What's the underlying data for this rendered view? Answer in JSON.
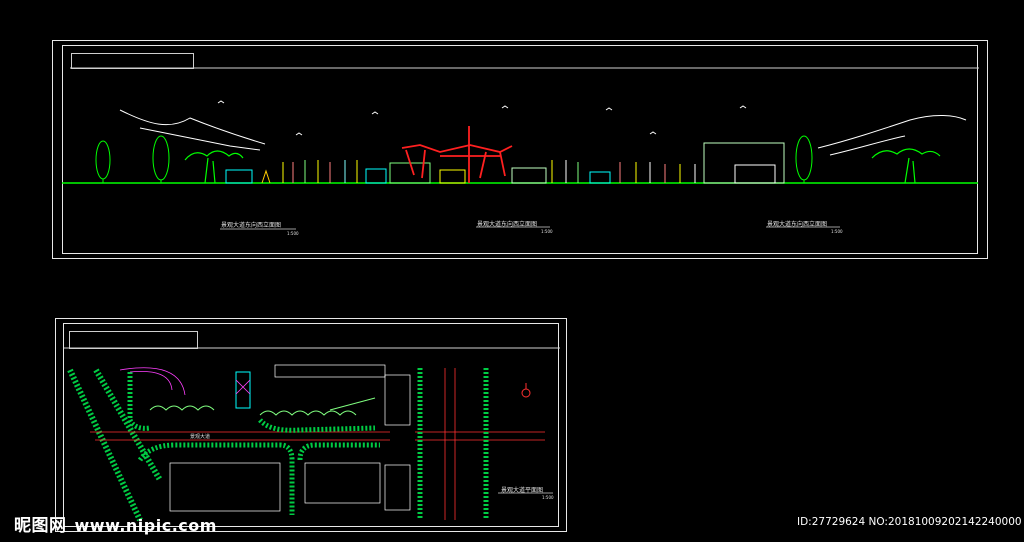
{
  "elevation": {
    "label_left": "景观大道东向西立面图",
    "label_center": "景观大道东向西立面图",
    "label_right": "景观大道东向西立面图",
    "scale": "1:500"
  },
  "plan": {
    "title": "景观大道平面图",
    "scale": "1:500",
    "road_label": "景观大道"
  },
  "watermark": {
    "site_cn": "昵图网",
    "site_url": "www.nipic.com",
    "image_id": "ID:27729624 NO:20181009202142240000"
  },
  "colors": {
    "background": "#000000",
    "frame": "#e8e8e8",
    "ground": "#00ff00",
    "gate": "#ff2020",
    "tree": "#00ff00"
  }
}
